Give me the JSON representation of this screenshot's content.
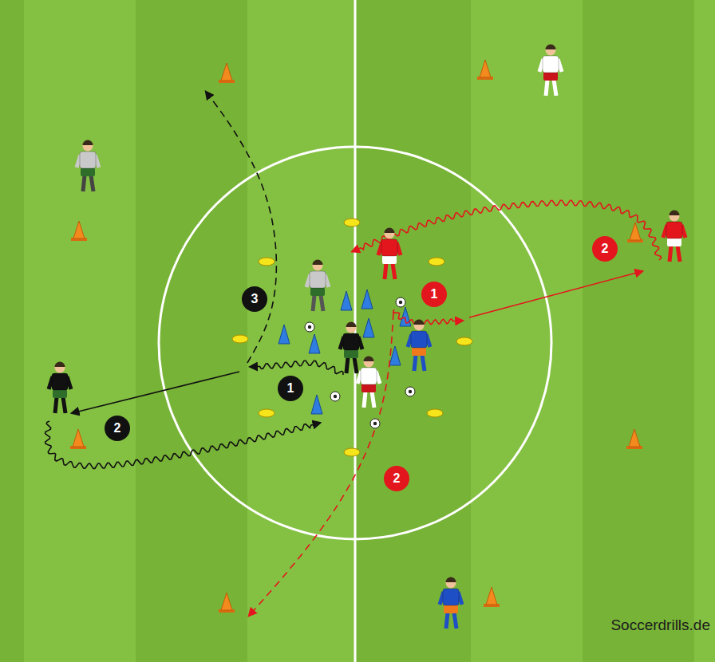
{
  "diagram": {
    "nodes": [
      {
        "text": [
          "2"
        ]
      },
      {
        "text": [
          "1"
        ]
      },
      {
        "text": [
          "3"
        ]
      },
      {
        "text": [
          "1"
        ]
      },
      {
        "text": [
          "2"
        ]
      },
      {
        "text": [
          "2"
        ]
      }
    ],
    "labels": [
      "Soccerdrills.de"
    ]
  }
}
